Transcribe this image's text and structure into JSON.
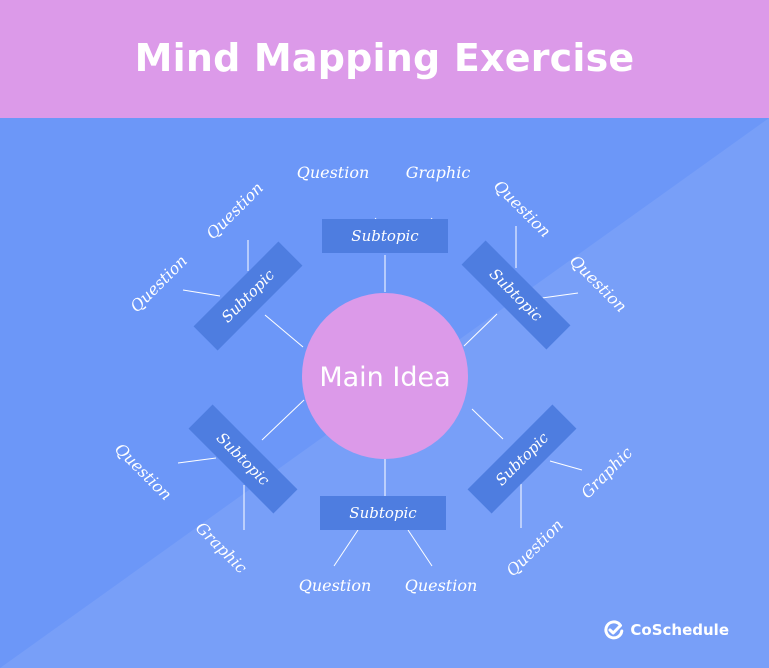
{
  "header": {
    "title": "Mind Mapping Exercise"
  },
  "diagram": {
    "main_idea": "Main Idea",
    "branches": [
      {
        "subtopic": "Subtopic",
        "leaves": [
          "Question",
          "Graphic"
        ]
      },
      {
        "subtopic": "Subtopic",
        "leaves": [
          "Question",
          "Question"
        ]
      },
      {
        "subtopic": "Subtopic",
        "leaves": [
          "Graphic",
          "Question"
        ]
      },
      {
        "subtopic": "Subtopic",
        "leaves": [
          "Question",
          "Question"
        ]
      },
      {
        "subtopic": "Subtopic",
        "leaves": [
          "Question",
          "Graphic"
        ]
      },
      {
        "subtopic": "Subtopic",
        "leaves": [
          "Question",
          "Question"
        ]
      }
    ]
  },
  "brand": {
    "name": "CoSchedule",
    "icon": "checkmark-logo-icon"
  },
  "colors": {
    "header_bg": "#dc9ae9",
    "canvas_bg": "#6c97f8",
    "canvas_bg_light": "#789ff8",
    "subtopic_bg": "#4e7de0",
    "main_idea_fill": "#dc9ae9",
    "line": "#ffffff"
  }
}
